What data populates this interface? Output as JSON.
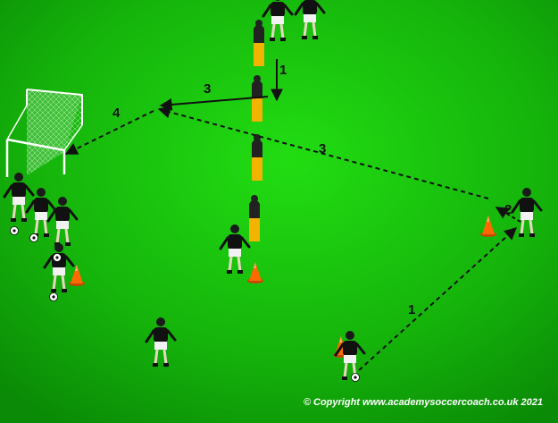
{
  "pitch": {
    "color_light": "#1fd40f",
    "color_dark": "#0a8a06"
  },
  "colors": {
    "cone": "#ff6a00",
    "mannequin": "#f2b400",
    "player_shirt": "#111111",
    "player_shorts": "#f2f2f2",
    "ball": "#ffffff",
    "goal_net": "#ffffff",
    "line": "#111111"
  },
  "labels": {
    "pass_1": "1",
    "run_1": "1",
    "label_2": "2",
    "run_3": "3",
    "pass_3": "3",
    "shot_4": "4"
  },
  "icons": [
    "goal-icon",
    "cone-icon",
    "mannequin-icon",
    "player-icon",
    "ball-icon"
  ],
  "copyright": "© Copyright www.academysoccercoach.co.uk 2021"
}
